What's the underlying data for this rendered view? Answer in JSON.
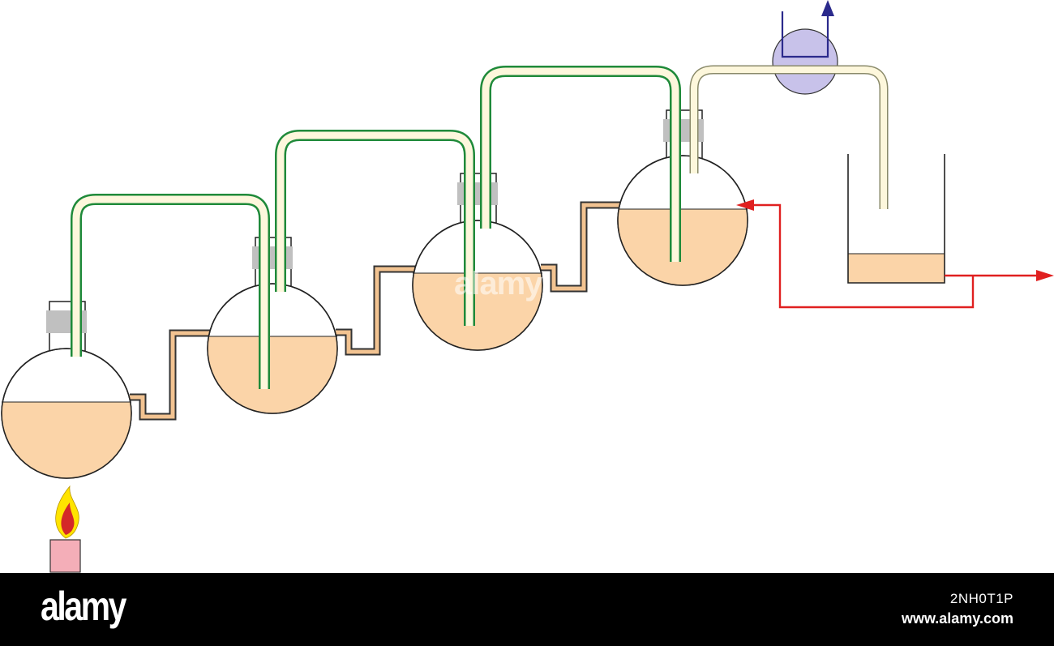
{
  "colors": {
    "liquid": "#fbd4a8",
    "connector": "#f2c391",
    "glass_tube": "#fdf7dc",
    "green_tube": "#1f8a3a",
    "stopper": "#c0c0c0",
    "pump_fill": "#c8c2ea",
    "pump_arrow": "#2b2a8c",
    "cooling_line": "#e02020",
    "flame_outer": "#ffe400",
    "flame_inner": "#d42828",
    "candle": "#f4aeb8"
  },
  "icons": [
    "round-bottom-flask",
    "beaker",
    "vacuum-pump",
    "burner-flame",
    "candle",
    "arrow-right-icon",
    "arrow-up-icon"
  ],
  "watermark": {
    "center_text": "alamy",
    "brand": "alamy",
    "image_id": "2NH0T1P",
    "site": "www.alamy.com"
  }
}
